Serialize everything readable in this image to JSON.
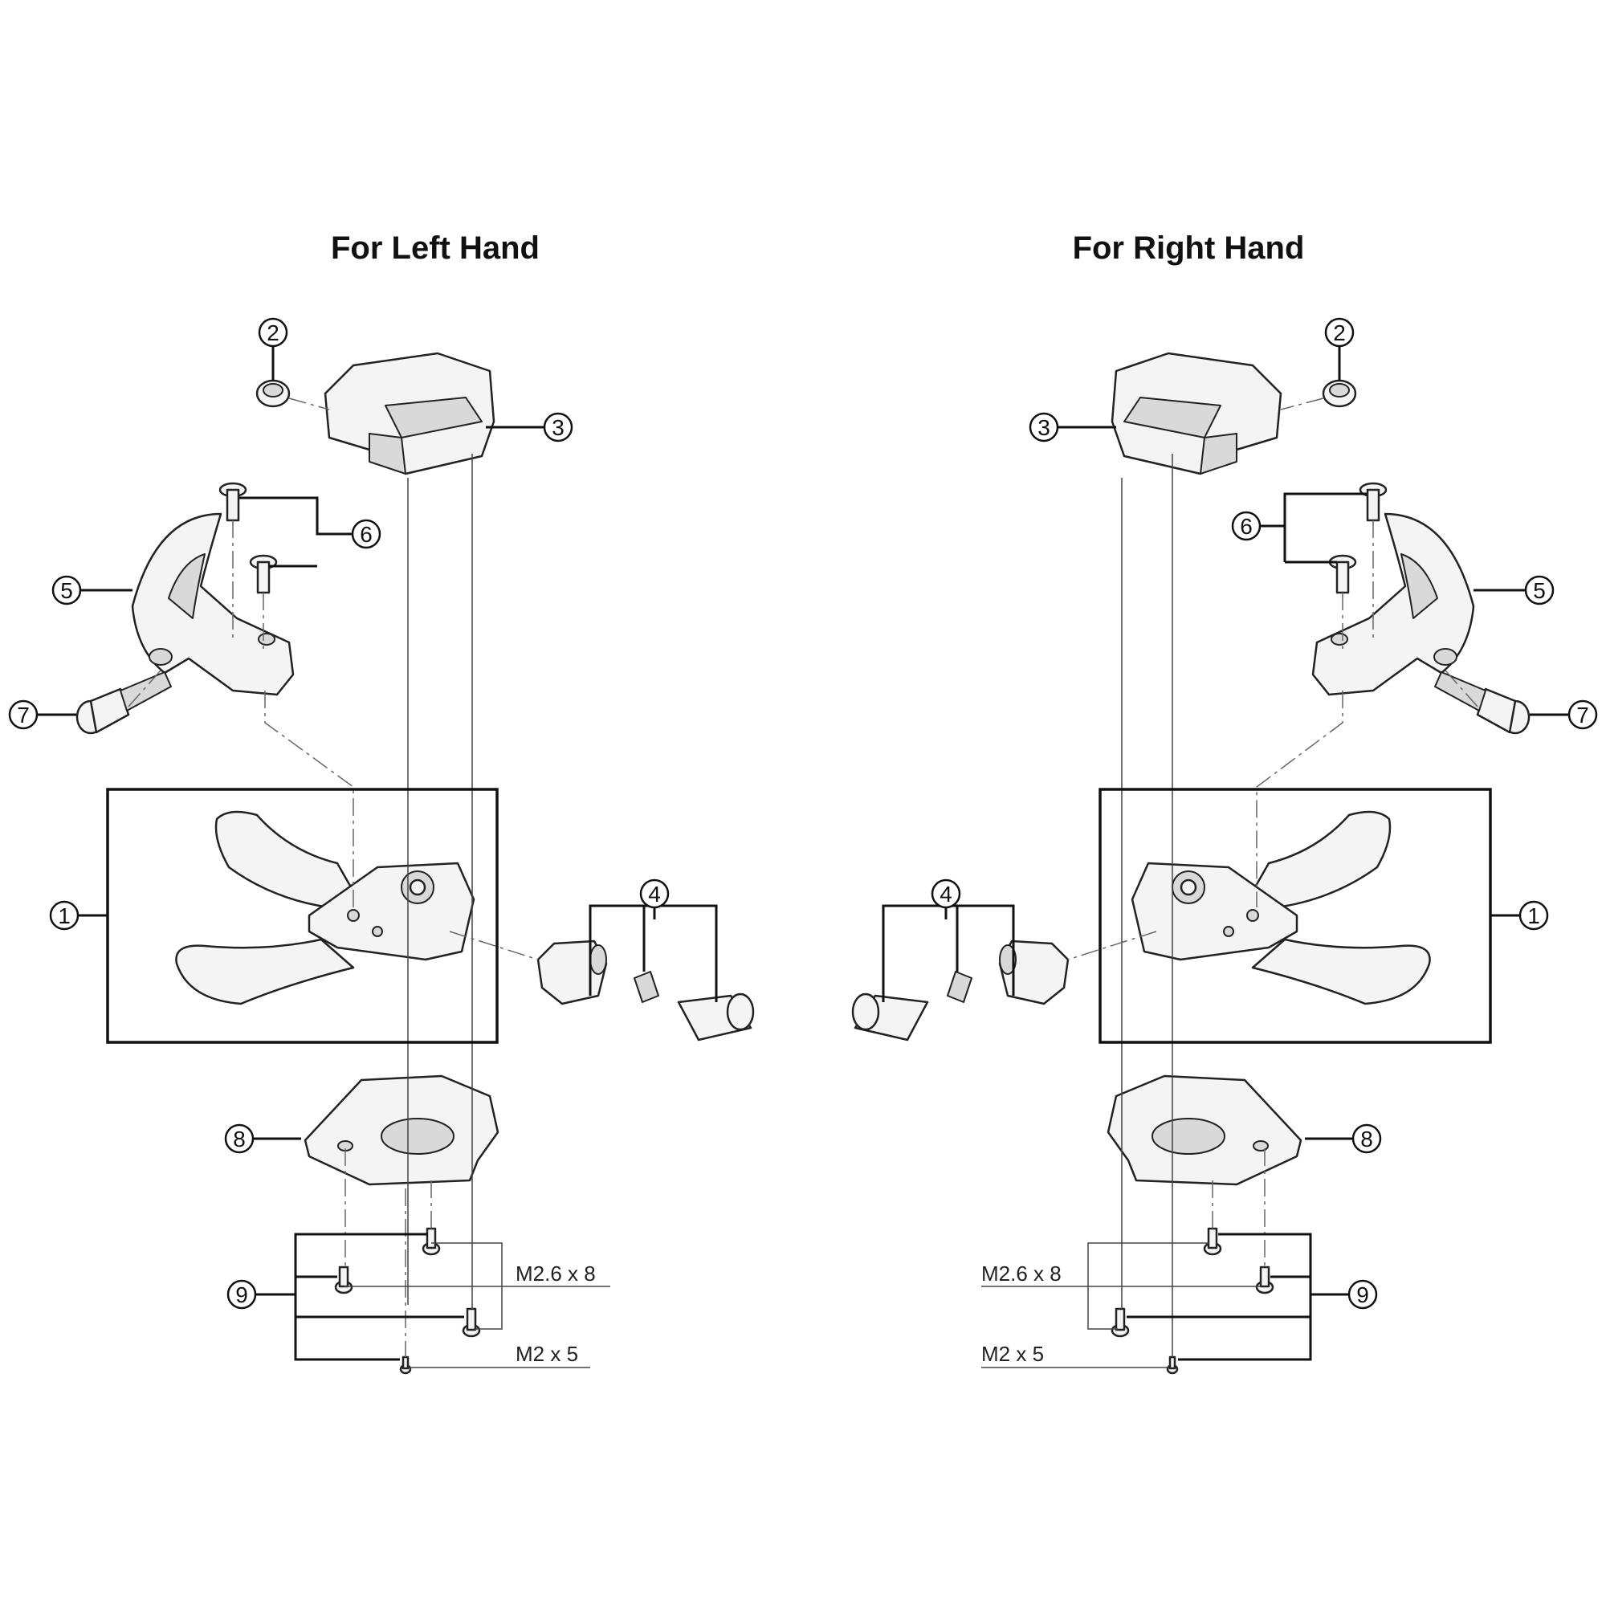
{
  "titles": {
    "left": "For Left Hand",
    "right": "For Right Hand"
  },
  "callouts": [
    "1",
    "2",
    "3",
    "4",
    "5",
    "6",
    "7",
    "8",
    "9"
  ],
  "screw_specs": {
    "large": "M2.6 x 8",
    "small": "M2 x 5"
  },
  "colors": {
    "line": "#111111",
    "part_fill": "#f4f4f4",
    "part_shade": "#d9d9d9"
  }
}
